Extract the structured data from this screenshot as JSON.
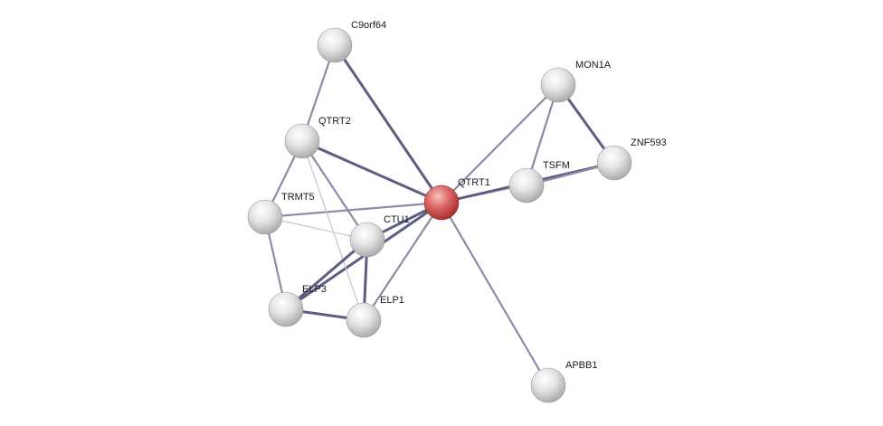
{
  "network": {
    "colors": {
      "edge_strong": "#5d5f82",
      "edge_medium": "#8a8ca8",
      "edge_weak": "#c4c5d2",
      "query_node": "#d9534f",
      "neighbor_node": "#d8d8d8"
    },
    "nodes": [
      {
        "id": "QTRT1",
        "label": "QTRT1",
        "query": true
      },
      {
        "id": "C9orf64",
        "label": "C9orf64",
        "query": false
      },
      {
        "id": "QTRT2",
        "label": "QTRT2",
        "query": false
      },
      {
        "id": "TRMT5",
        "label": "TRMT5",
        "query": false
      },
      {
        "id": "CTU1",
        "label": "CTU1",
        "query": false
      },
      {
        "id": "ELP3",
        "label": "ELP3",
        "query": false
      },
      {
        "id": "ELP1",
        "label": "ELP1",
        "query": false
      },
      {
        "id": "MON1A",
        "label": "MON1A",
        "query": false
      },
      {
        "id": "TSFM",
        "label": "TSFM",
        "query": false
      },
      {
        "id": "ZNF593",
        "label": "ZNF593",
        "query": false
      },
      {
        "id": "APBB1",
        "label": "APBB1",
        "query": false
      }
    ],
    "edges": [
      {
        "source": "QTRT1",
        "target": "C9orf64",
        "strength": "strong"
      },
      {
        "source": "QTRT1",
        "target": "QTRT2",
        "strength": "strong"
      },
      {
        "source": "QTRT1",
        "target": "TRMT5",
        "strength": "medium"
      },
      {
        "source": "QTRT1",
        "target": "CTU1",
        "strength": "strong"
      },
      {
        "source": "QTRT1",
        "target": "ELP3",
        "strength": "strong"
      },
      {
        "source": "QTRT1",
        "target": "ELP1",
        "strength": "medium"
      },
      {
        "source": "QTRT1",
        "target": "MON1A",
        "strength": "medium"
      },
      {
        "source": "QTRT1",
        "target": "TSFM",
        "strength": "weak"
      },
      {
        "source": "QTRT1",
        "target": "ZNF593",
        "strength": "strong"
      },
      {
        "source": "QTRT1",
        "target": "APBB1",
        "strength": "medium"
      },
      {
        "source": "C9orf64",
        "target": "QTRT2",
        "strength": "medium"
      },
      {
        "source": "QTRT2",
        "target": "TRMT5",
        "strength": "medium"
      },
      {
        "source": "QTRT2",
        "target": "CTU1",
        "strength": "medium"
      },
      {
        "source": "QTRT2",
        "target": "ELP1",
        "strength": "weak"
      },
      {
        "source": "TRMT5",
        "target": "CTU1",
        "strength": "weak"
      },
      {
        "source": "TRMT5",
        "target": "ELP3",
        "strength": "medium"
      },
      {
        "source": "CTU1",
        "target": "ELP3",
        "strength": "strong"
      },
      {
        "source": "CTU1",
        "target": "ELP1",
        "strength": "strong"
      },
      {
        "source": "ELP3",
        "target": "ELP1",
        "strength": "strong"
      },
      {
        "source": "MON1A",
        "target": "TSFM",
        "strength": "medium"
      },
      {
        "source": "MON1A",
        "target": "ZNF593",
        "strength": "strong"
      },
      {
        "source": "TSFM",
        "target": "ZNF593",
        "strength": "medium"
      }
    ]
  }
}
